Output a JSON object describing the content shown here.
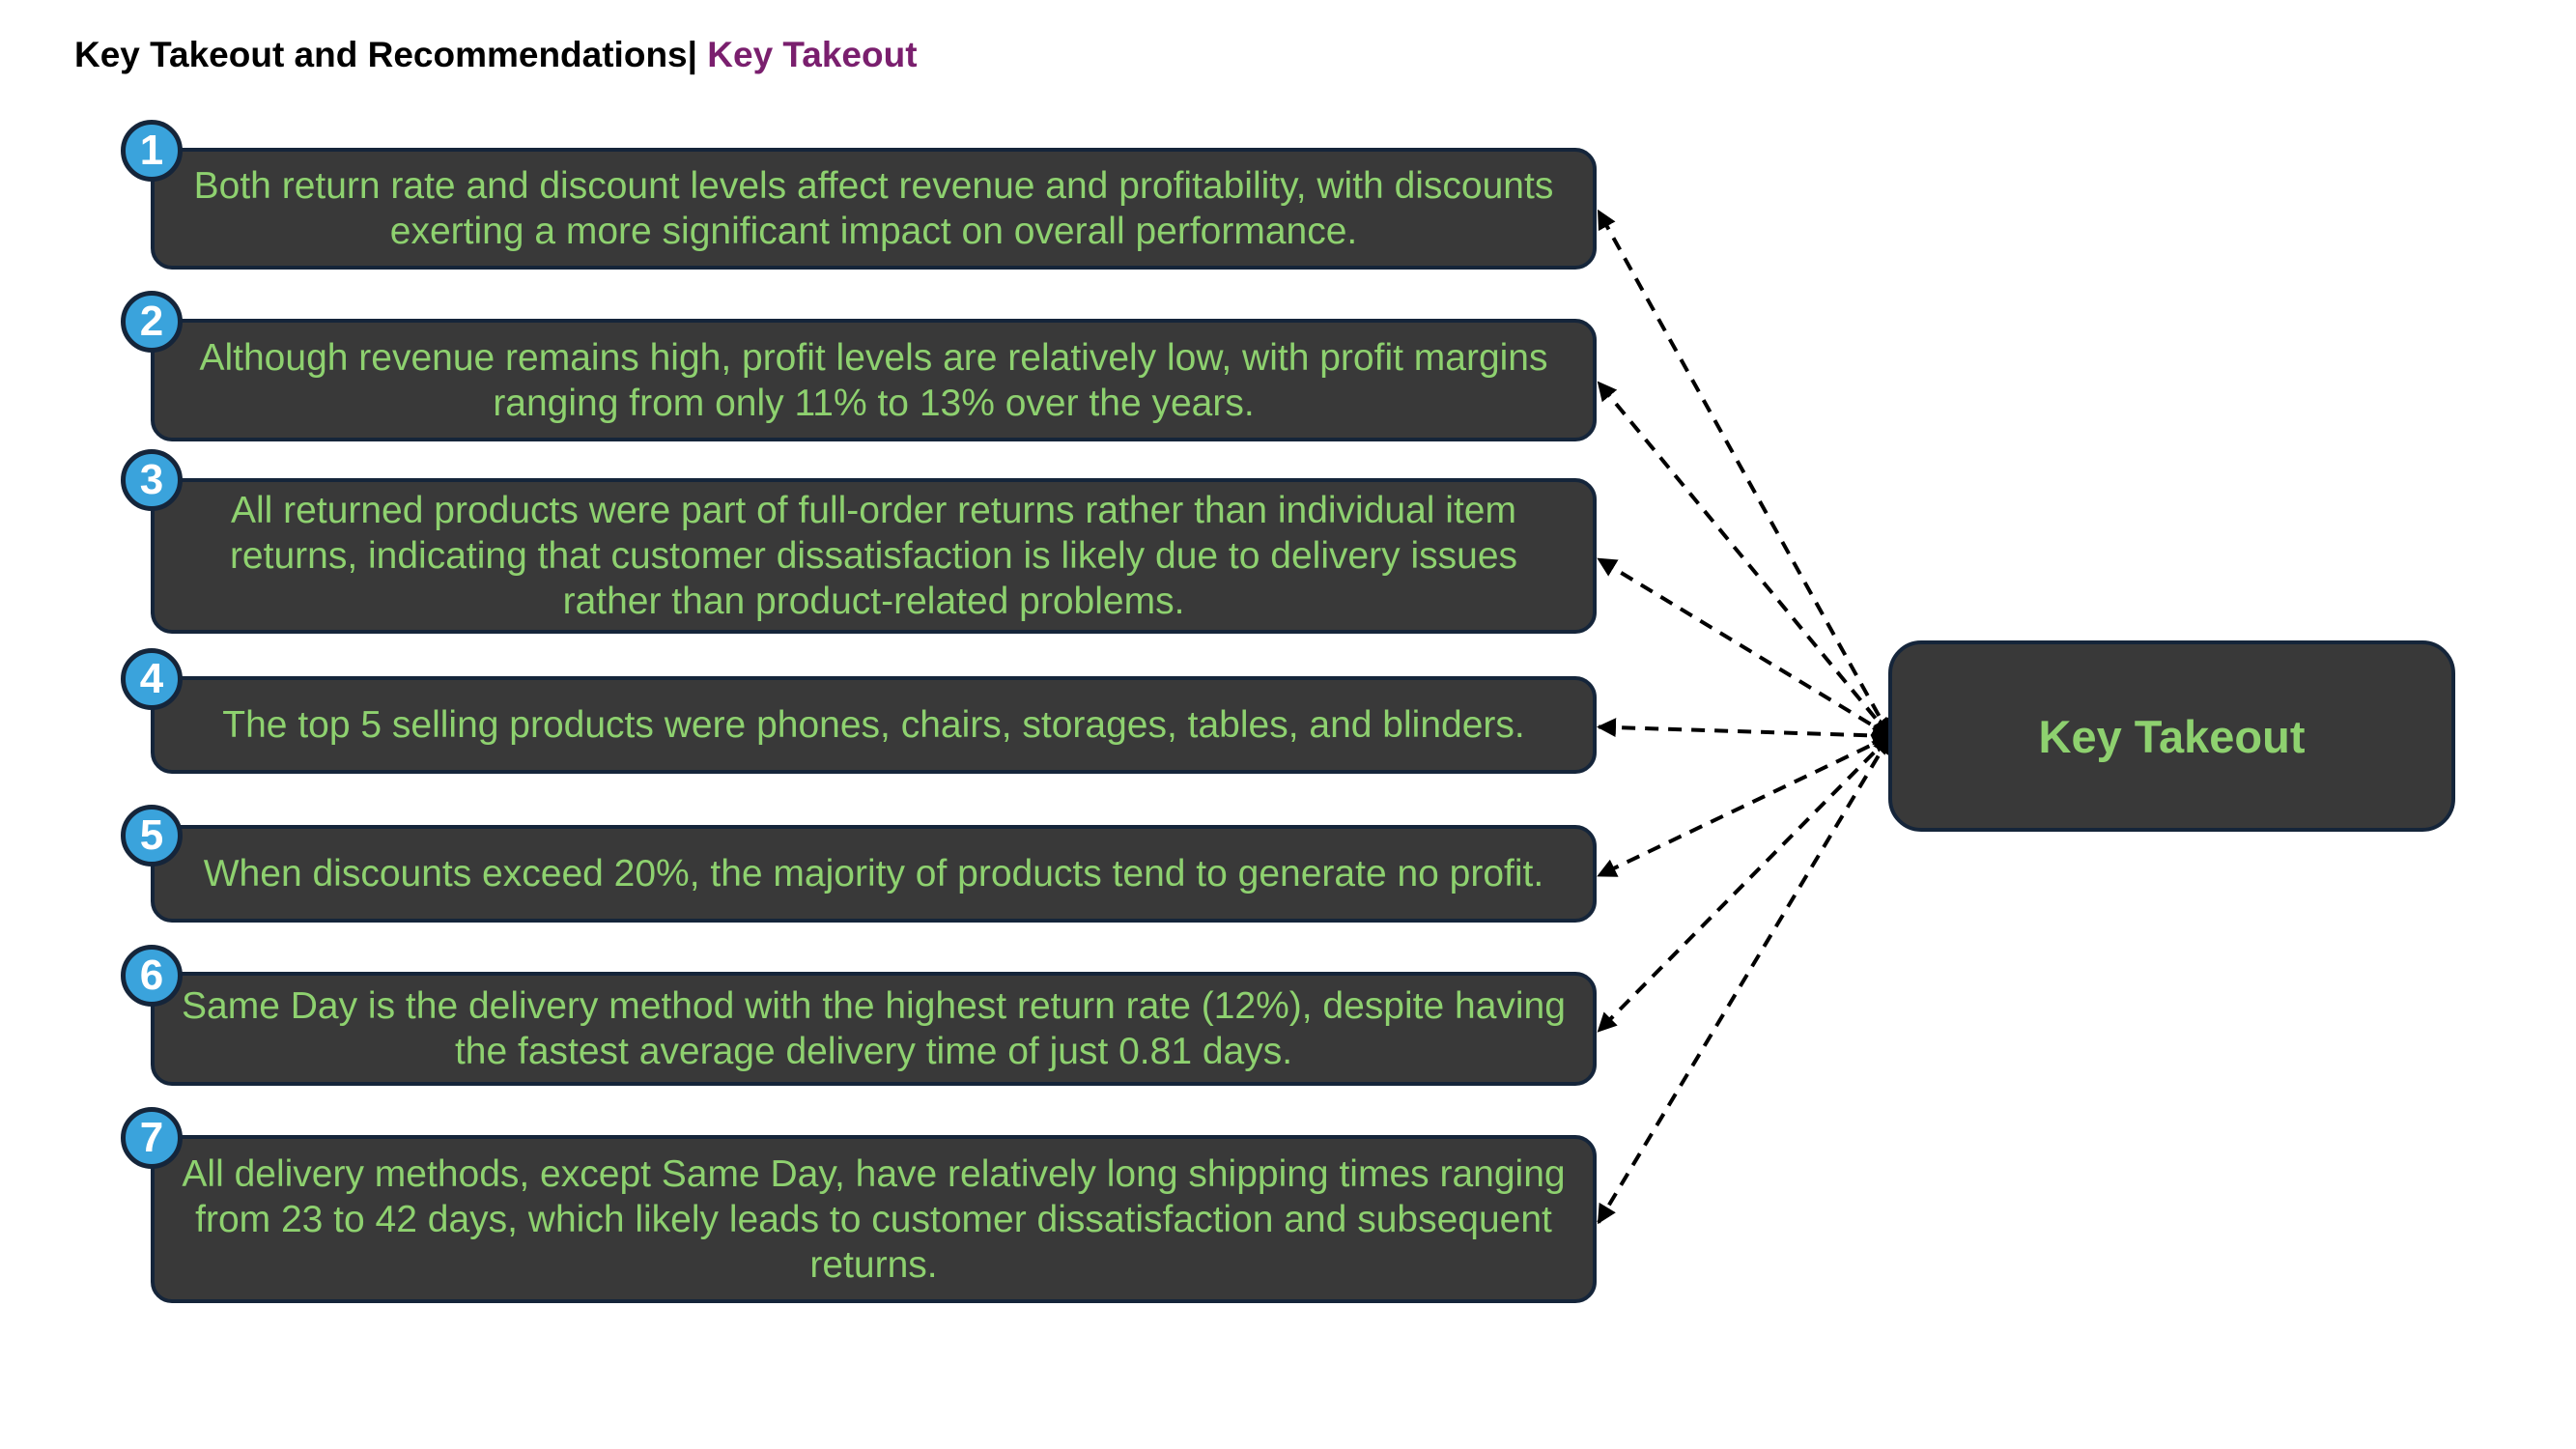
{
  "header": {
    "title_main": "Key Takeout and Recommendations|",
    "title_accent": "Key Takeout"
  },
  "colors": {
    "box_fill": "#393939",
    "box_border": "#15253a",
    "text_green": "#8ed16f",
    "badge_blue": "#3aa3dc",
    "title_accent": "#7a1f6e",
    "connector": "#000000"
  },
  "hub": {
    "label": "Key Takeout"
  },
  "takeouts": [
    {
      "number": "1",
      "text": "Both return rate and discount levels affect revenue and profitability, with discounts exerting a more significant impact on overall performance."
    },
    {
      "number": "2",
      "text": "Although revenue remains high, profit levels are relatively low, with profit margins ranging from only 11% to 13% over the years."
    },
    {
      "number": "3",
      "text": "All returned products were part of full-order returns rather than individual item returns, indicating that customer dissatisfaction is likely due to delivery issues rather than product-related problems."
    },
    {
      "number": "4",
      "text": "The top 5 selling products were phones, chairs, storages, tables, and blinders."
    },
    {
      "number": "5",
      "text": "When discounts exceed 20%, the majority of products tend to generate no profit."
    },
    {
      "number": "6",
      "text": "Same Day is the delivery method with the highest return rate (12%), despite having the fastest average delivery time of just 0.81 days."
    },
    {
      "number": "7",
      "text": "All delivery methods, except Same Day, have relatively long shipping times ranging from 23 to 42 days, which likely leads to customer dissatisfaction and subsequent returns."
    }
  ]
}
